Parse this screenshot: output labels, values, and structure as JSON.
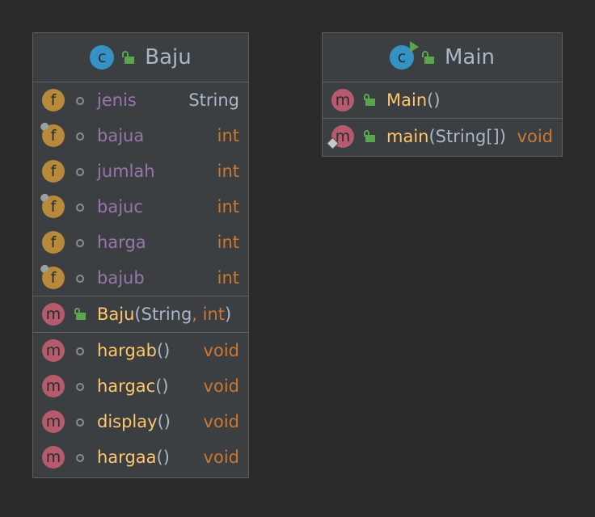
{
  "baju": {
    "title": "Baju",
    "icon": "class-icon",
    "fields": [
      {
        "name": "jenis",
        "type": "String",
        "pinned": false
      },
      {
        "name": "bajua",
        "type": "int",
        "pinned": true
      },
      {
        "name": "jumlah",
        "type": "int",
        "pinned": false
      },
      {
        "name": "bajuc",
        "type": "int",
        "pinned": true
      },
      {
        "name": "harga",
        "type": "int",
        "pinned": false
      },
      {
        "name": "bajub",
        "type": "int",
        "pinned": true
      }
    ],
    "constructor": {
      "name": "Baju",
      "params_open": "(",
      "param1": "String",
      "comma": ",",
      "param2": " int",
      "params_close": ")"
    },
    "methods": [
      {
        "name": "hargab",
        "params": "()",
        "type": "void"
      },
      {
        "name": "hargac",
        "params": "()",
        "type": "void"
      },
      {
        "name": "display",
        "params": "()",
        "type": "void"
      },
      {
        "name": "hargaa",
        "params": "()",
        "type": "void"
      }
    ]
  },
  "main": {
    "title": "Main",
    "icon": "runnable-class-icon",
    "constructor": {
      "name": "Main",
      "params": "()"
    },
    "methods": [
      {
        "name": "main",
        "params": "(String[])",
        "type": "void"
      }
    ]
  },
  "colors": {
    "background": "#2b2b2b",
    "panel": "#3c3f41",
    "field_badge": "#b7893b",
    "method_badge": "#b55b6b",
    "class_badge": "#3592c4",
    "access_public": "#5aa54e",
    "field_name": "#9876aa",
    "method_name": "#ffc66d",
    "type_keyword": "#cc7832"
  }
}
